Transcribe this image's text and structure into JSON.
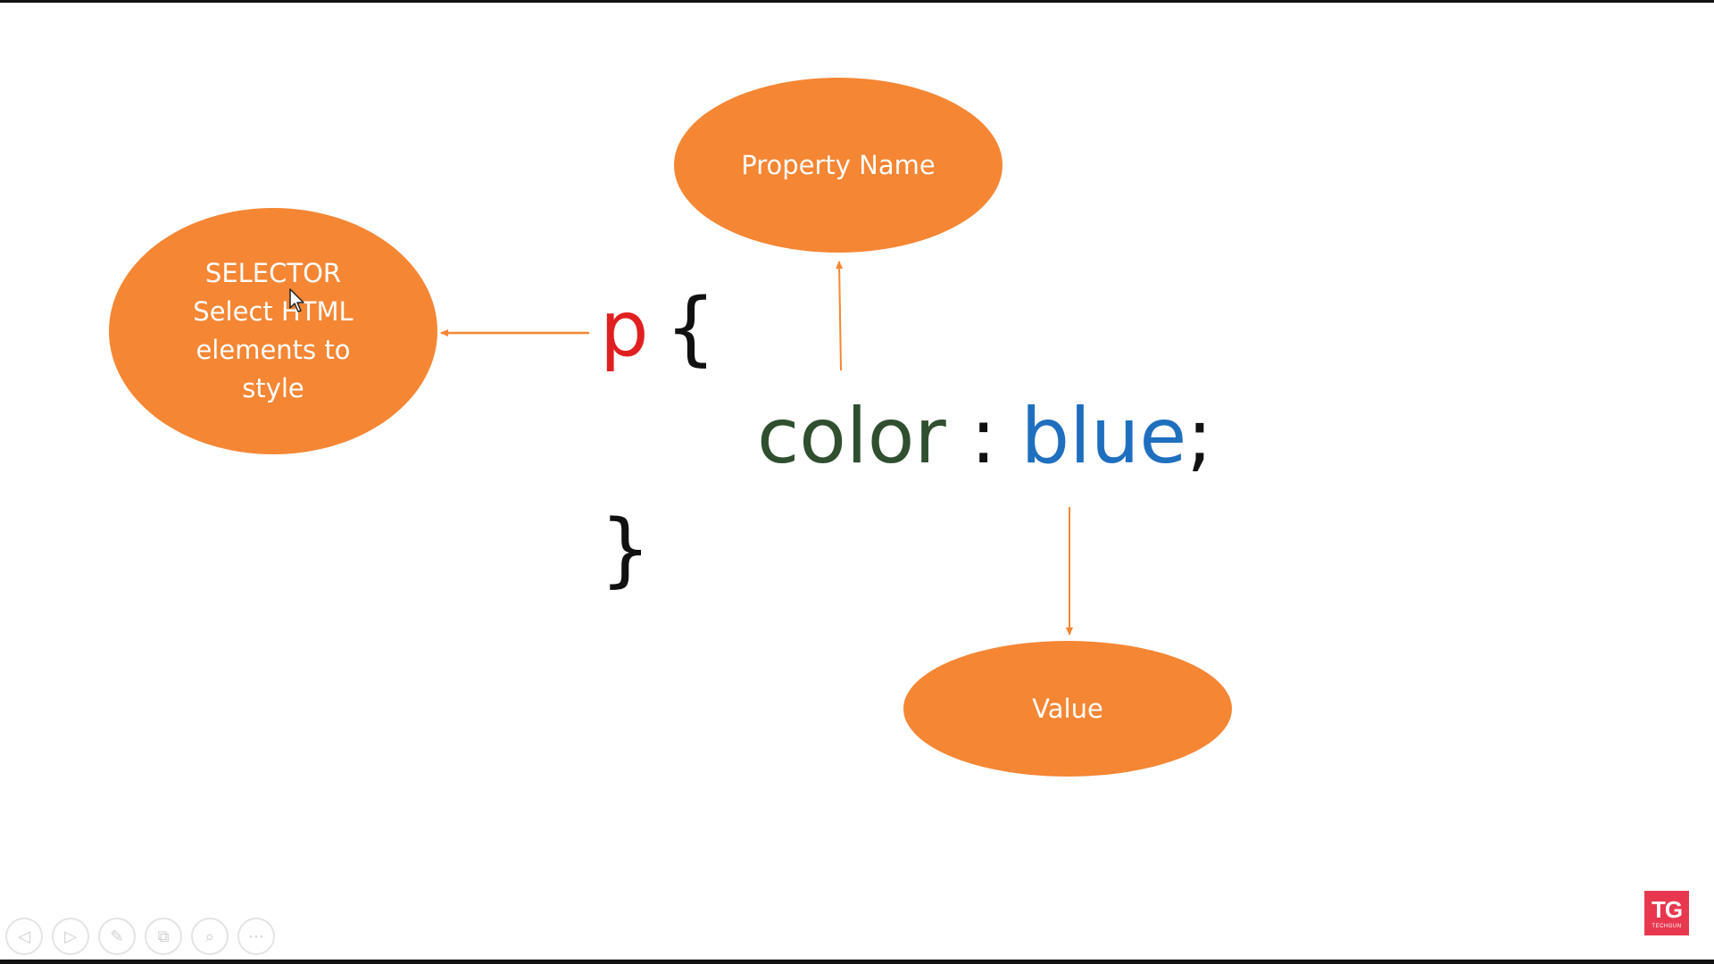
{
  "diagram": {
    "selector_box": {
      "lines": [
        "SELECTOR",
        "Select HTML",
        "elements to",
        "style"
      ]
    },
    "property_box": {
      "label": "Property Name"
    },
    "value_box": {
      "label": "Value"
    },
    "code": {
      "selector": "p",
      "open_brace": "{",
      "property": "color",
      "colon": " : ",
      "value": "blue",
      "semicolon": ";",
      "close_brace": "}"
    },
    "colors": {
      "ellipse_fill": "#f58634",
      "arrow": "#f58634",
      "selector_text": "#e02020",
      "property_text": "#2f4f2f",
      "value_text": "#1f6fbf"
    }
  },
  "player_toolbar": {
    "buttons": [
      {
        "name": "previous-slide-button",
        "icon": "arrow-left-icon",
        "glyph": "◁"
      },
      {
        "name": "next-slide-button",
        "icon": "arrow-right-icon",
        "glyph": "▷"
      },
      {
        "name": "pen-tool-button",
        "icon": "pen-icon",
        "glyph": "✎"
      },
      {
        "name": "slide-sorter-button",
        "icon": "slides-grid-icon",
        "glyph": "⧉"
      },
      {
        "name": "zoom-button",
        "icon": "magnifier-icon",
        "glyph": "⌕"
      },
      {
        "name": "more-options-button",
        "icon": "ellipsis-icon",
        "glyph": "⋯"
      }
    ]
  },
  "logo": {
    "main": "TG",
    "sub": "TECHGUN"
  }
}
